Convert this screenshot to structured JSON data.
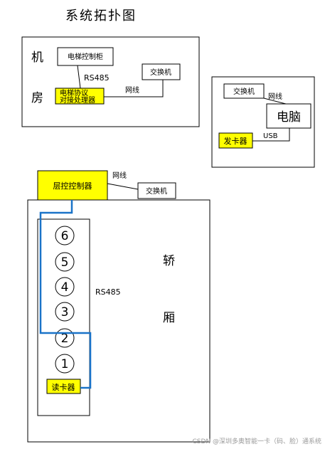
{
  "title": "系统拓扑图",
  "machine_room": {
    "label_1": "机",
    "label_2": "房",
    "elevator_cabinet": "电梯控制柜",
    "rs485_top": "RS485",
    "protocol_line1": "电梯协议",
    "protocol_line2": "对接处理器",
    "network_label": "网线",
    "switch": "交换机"
  },
  "office": {
    "switch": "交换机",
    "network_label": "网线",
    "computer": "电脑",
    "card_issuer": "发卡器",
    "usb_label": "USB"
  },
  "floor_controller": {
    "label": "层控控制器",
    "network_label": "网线",
    "switch": "交换机"
  },
  "car": {
    "label_1": "轿",
    "label_2": "厢",
    "rs485_label": "RS485",
    "buttons": [
      "6",
      "5",
      "4",
      "3",
      "2",
      "1"
    ],
    "card_reader": "读卡器"
  },
  "colors": {
    "highlight": "#ffff00",
    "wire_blue": "#1a73c8"
  },
  "watermark": "CSDN @深圳多奥智能一卡（码、脸）通系统"
}
